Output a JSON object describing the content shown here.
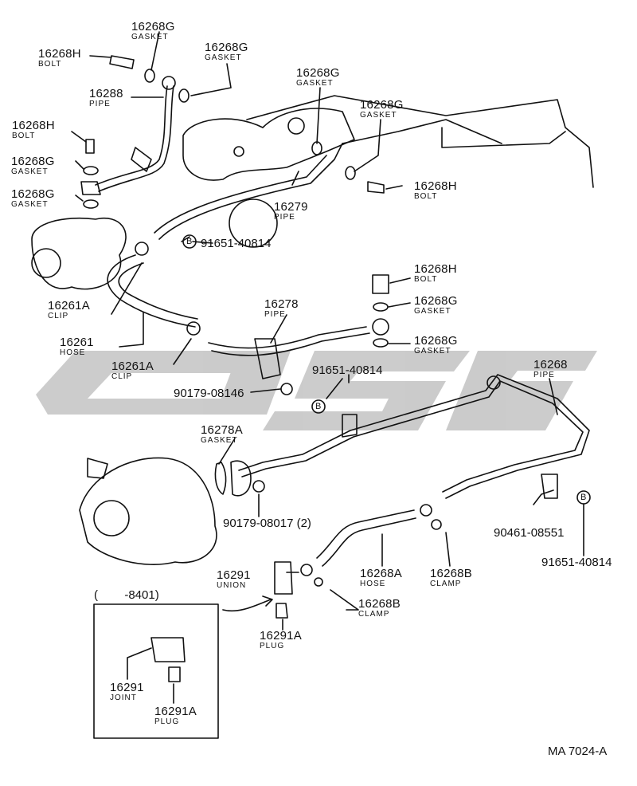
{
  "diagram_code": "MA 7024-A",
  "inset_range": "(        -8401)",
  "reference_marker": "B",
  "watermark_color": "#c9c9c9",
  "labels": {
    "bolt_h_top": {
      "part": "16268H",
      "name": "BOLT"
    },
    "gasket_g_1": {
      "part": "16268G",
      "name": "GASKET"
    },
    "gasket_g_2": {
      "part": "16268G",
      "name": "GASKET"
    },
    "pipe_16288": {
      "part": "16288",
      "name": "PIPE"
    },
    "gasket_g_3": {
      "part": "16268G",
      "name": "GASKET"
    },
    "gasket_g_4": {
      "part": "16268G",
      "name": "GASKET"
    },
    "bolt_h_left": {
      "part": "16268H",
      "name": "BOLT"
    },
    "gasket_g_5": {
      "part": "16268G",
      "name": "GASKET"
    },
    "gasket_g_6": {
      "part": "16268G",
      "name": "GASKET"
    },
    "bolt_h_right": {
      "part": "16268H",
      "name": "BOLT"
    },
    "pipe_16279": {
      "part": "16279",
      "name": "PIPE"
    },
    "clip_16261a_top": {
      "part": "16261A",
      "name": "CLIP"
    },
    "hose_16261": {
      "part": "16261",
      "name": "HOSE"
    },
    "pipe_16278": {
      "part": "16278",
      "name": "PIPE"
    },
    "bolt_h_mid": {
      "part": "16268H",
      "name": "BOLT"
    },
    "gasket_g_7": {
      "part": "16268G",
      "name": "GASKET"
    },
    "gasket_g_8": {
      "part": "16268G",
      "name": "GASKET"
    },
    "clip_16261a_bottom": {
      "part": "16261A",
      "name": "CLIP"
    },
    "pipe_16268": {
      "part": "16268",
      "name": "PIPE"
    },
    "gasket_16278a": {
      "part": "16278A",
      "name": "GASKET"
    },
    "union_16291": {
      "part": "16291",
      "name": "UNION"
    },
    "hose_16268a": {
      "part": "16268A",
      "name": "HOSE"
    },
    "clamp_16268b_1": {
      "part": "16268B",
      "name": "CLAMP"
    },
    "clamp_16268b_2": {
      "part": "16268B",
      "name": "CLAMP"
    },
    "plug_16291a": {
      "part": "16291A",
      "name": "PLUG"
    },
    "joint_16291": {
      "part": "16291",
      "name": "JOINT"
    },
    "plug_16291a_inset": {
      "part": "16291A",
      "name": "PLUG"
    }
  },
  "refs": {
    "ref_91651_top": "91651-40814",
    "ref_91651_mid": "91651-40814",
    "ref_90179_08146": "90179-08146",
    "ref_90179_08017": "90179-08017 (2)",
    "ref_90461": "90461-08551",
    "ref_91651_right": "91651-40814"
  }
}
